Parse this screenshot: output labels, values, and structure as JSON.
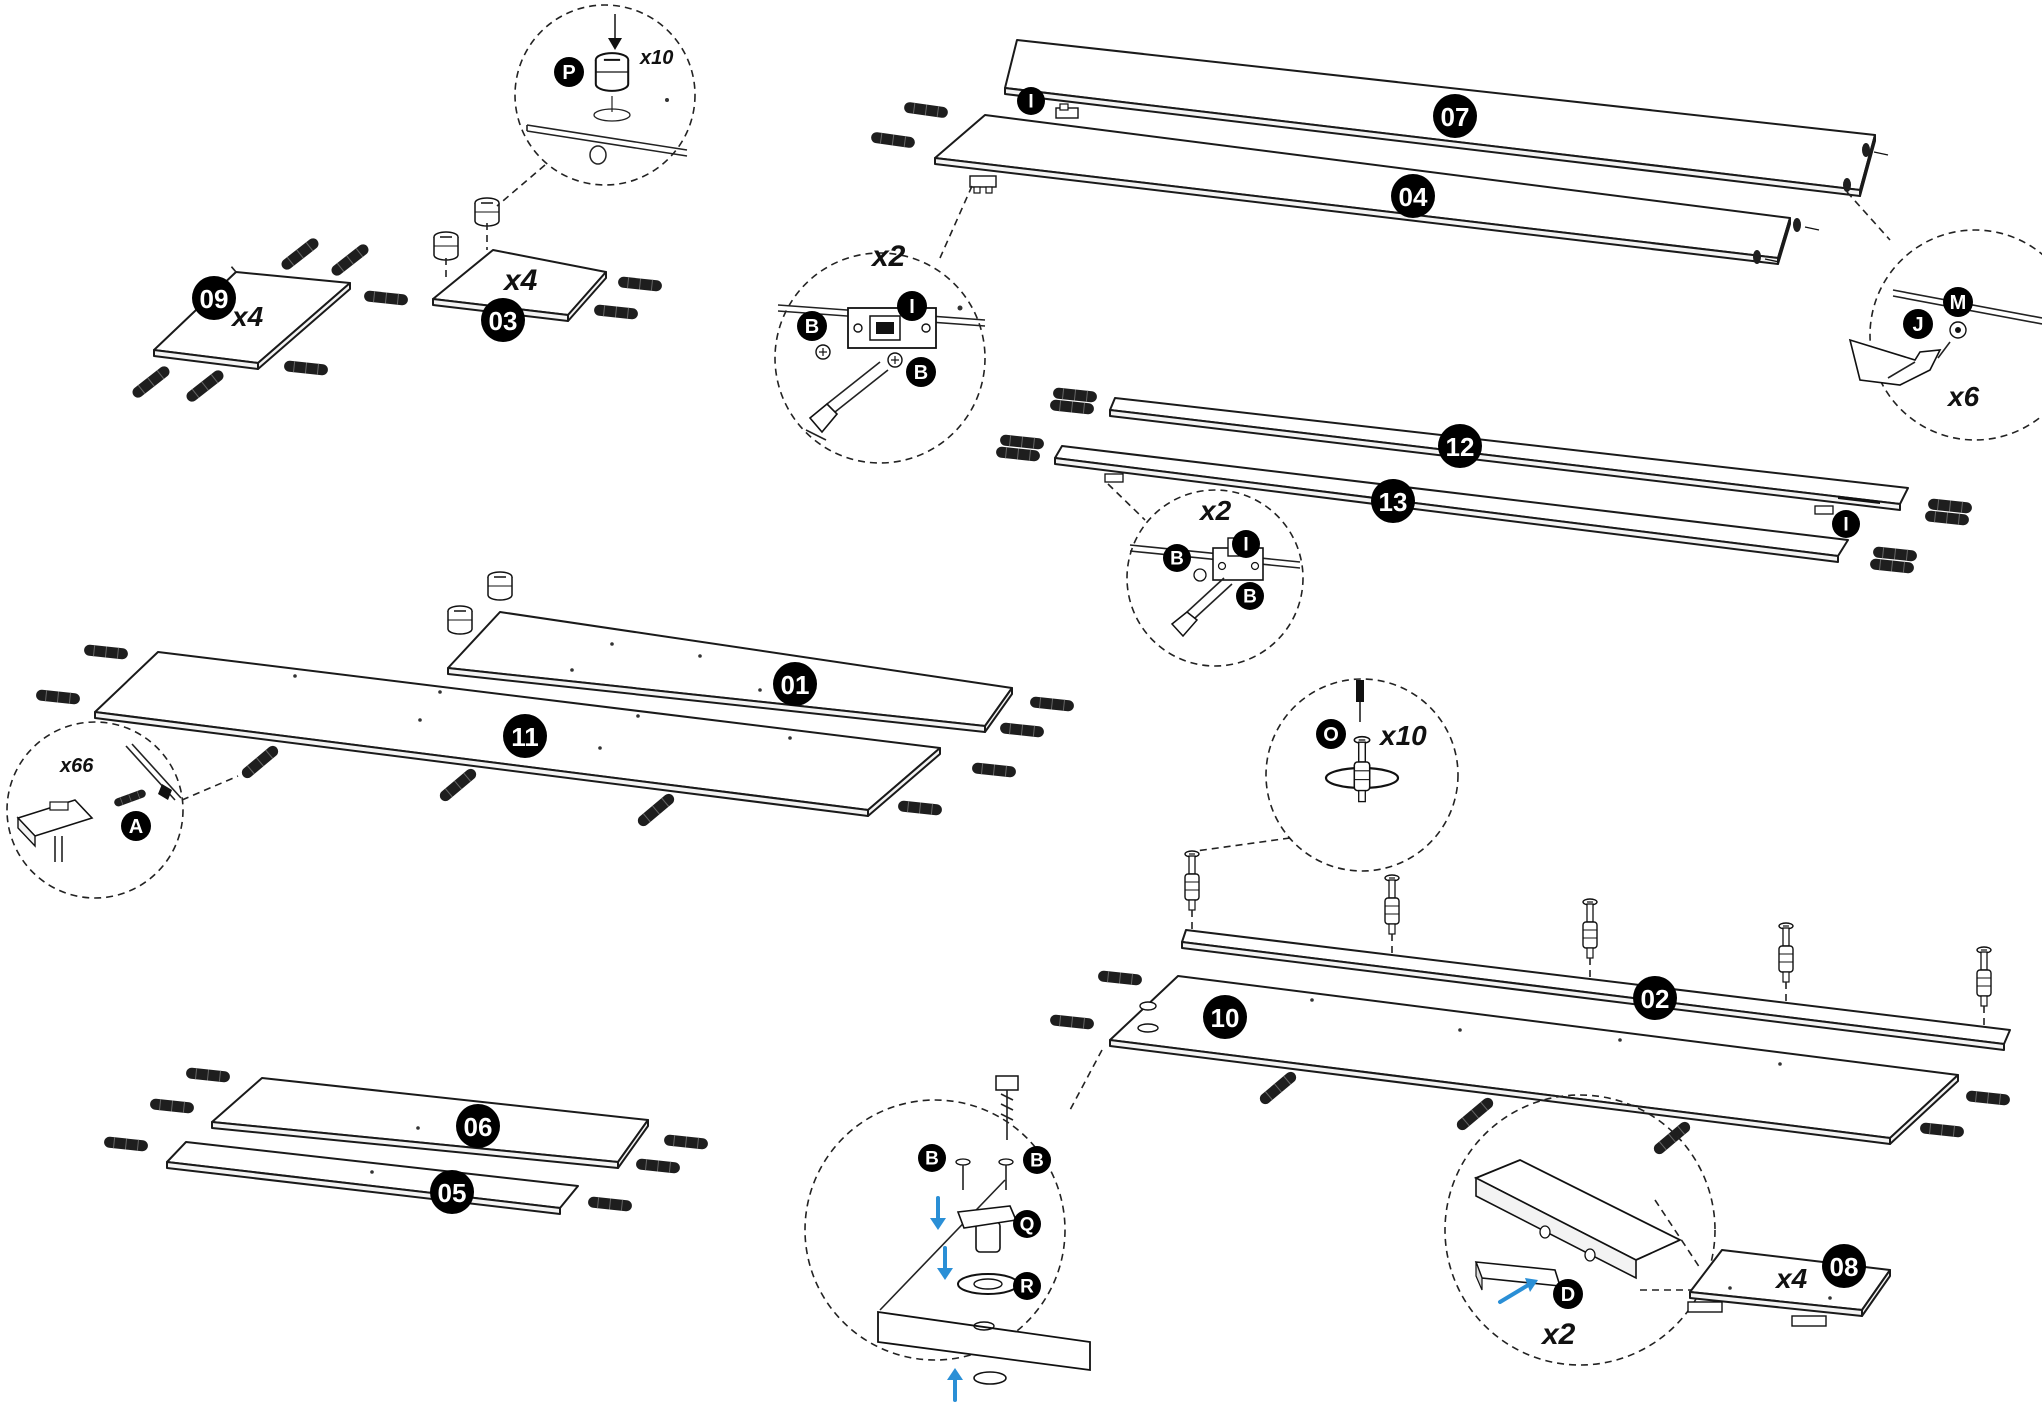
{
  "panels": {
    "p01": "01",
    "p02": "02",
    "p03": "03",
    "p04": "04",
    "p05": "05",
    "p06": "06",
    "p07": "07",
    "p08": "08",
    "p09": "09",
    "p10": "10",
    "p11": "11",
    "p12": "12",
    "p13": "13"
  },
  "parts": {
    "A": "A",
    "B": "B",
    "D": "D",
    "I": "I",
    "J": "J",
    "M": "M",
    "O": "O",
    "P": "P",
    "Q": "Q",
    "R": "R"
  },
  "quantities": {
    "panel_09": "x4",
    "panel_03": "x4",
    "panel_08": "x4",
    "cam_P": "x10",
    "bracket_I_top": "x2",
    "bracket_I_mid": "x2",
    "nail_JM": "x6",
    "dowel_A": "x66",
    "bolt_O": "x10",
    "strip_D": "x2"
  },
  "colors": {
    "ink": "#1a1a1a",
    "badge": "#000000",
    "badge_text": "#ffffff",
    "dowel": "#1e1e1e",
    "arrow": "#2a8fd6"
  }
}
